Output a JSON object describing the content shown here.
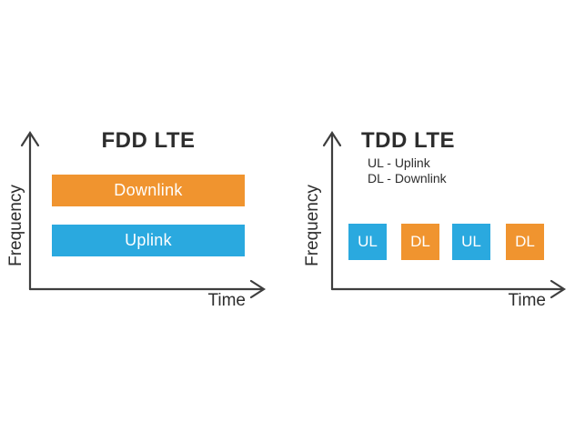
{
  "colors": {
    "background": "#FFFFFF",
    "axis": "#3E3E3E",
    "heading_text": "#2D2D2D",
    "downlink": "#F0942F",
    "uplink": "#2AA9DF",
    "bar_label_text": "#FFFFFF"
  },
  "fdd": {
    "title": "FDD LTE",
    "y_axis_label": "Frequency",
    "x_axis_label": "Time",
    "bars": [
      {
        "label": "Downlink",
        "channel": "downlink"
      },
      {
        "label": "Uplink",
        "channel": "uplink"
      }
    ]
  },
  "tdd": {
    "title": "TDD LTE",
    "legend": [
      "UL - Uplink",
      "DL - Downlink"
    ],
    "y_axis_label": "Frequency",
    "x_axis_label": "Time",
    "slots": [
      {
        "label": "UL",
        "channel": "uplink"
      },
      {
        "label": "DL",
        "channel": "downlink"
      },
      {
        "label": "UL",
        "channel": "uplink"
      },
      {
        "label": "DL",
        "channel": "downlink"
      }
    ]
  }
}
